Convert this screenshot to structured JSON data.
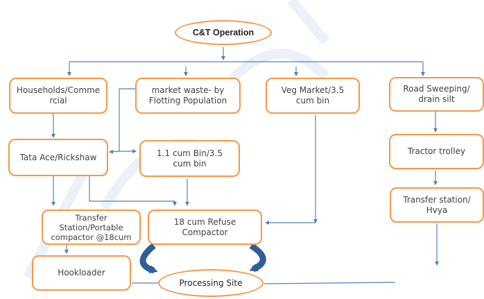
{
  "diagram": {
    "title": "C&T Operation",
    "colors": {
      "node_border": "#f79646",
      "connector": "#4f81bd",
      "curved_arrow": "#2e5f98",
      "text": "#404040"
    },
    "nodes": {
      "root": "C&T Operation",
      "households": "Households/Comme\nrcial",
      "market_waste": "market waste- by\nFlotting Population",
      "veg_market": "Veg Market/3.5\ncum bin",
      "road_sweeping": "Road Sweeping/\ndrain silt",
      "tata_ace": "Tata Ace/Rickshaw",
      "bin_11": "1.1 cum Bin/3.5\ncum bin",
      "tractor": "Tractor trolley",
      "transfer_portable": "Transfer\nStation/Portable\ncompactor @18cum",
      "refuse_compactor": "18 cum Refuse\nCompactor",
      "transfer_hvya": "Transfer station/\nHvya",
      "hookloader": "Hookloader",
      "processing": "Processing Site"
    },
    "edges": [
      {
        "from": "root",
        "to": "households"
      },
      {
        "from": "root",
        "to": "market_waste"
      },
      {
        "from": "root",
        "to": "veg_market"
      },
      {
        "from": "root",
        "to": "road_sweeping"
      },
      {
        "from": "households",
        "to": "tata_ace"
      },
      {
        "from": "market_waste",
        "to": "tata_ace"
      },
      {
        "from": "market_waste",
        "to": "bin_11"
      },
      {
        "from": "tata_ace",
        "to": "transfer_portable"
      },
      {
        "from": "tata_ace",
        "to": "refuse_compactor"
      },
      {
        "from": "bin_11",
        "to": "refuse_compactor"
      },
      {
        "from": "veg_market",
        "to": "refuse_compactor"
      },
      {
        "from": "road_sweeping",
        "to": "tractor"
      },
      {
        "from": "tractor",
        "to": "transfer_hvya"
      },
      {
        "from": "transfer_portable",
        "to": "hookloader"
      },
      {
        "from": "hookloader",
        "to": "processing"
      },
      {
        "from": "refuse_compactor",
        "to": "processing"
      },
      {
        "from": "transfer_hvya",
        "to": "processing"
      }
    ]
  }
}
